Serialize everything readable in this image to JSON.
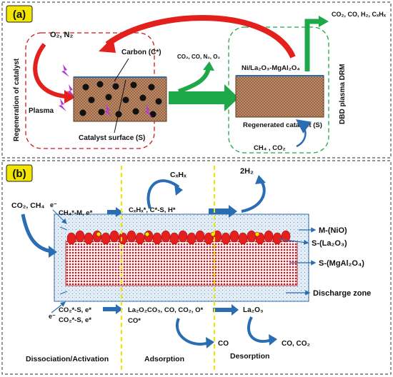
{
  "panel_a": {
    "label": "(a)",
    "left_side_label": "Regeneration of catalyst",
    "right_side_label": "DBD plasma DRM",
    "o2n2_label": "O₂, N₂",
    "plasma_label": "Plasma",
    "carbon_label": "Carbon (C*)",
    "catalyst_surface_label": "Catalyst surface (S)",
    "regen_gases_label": "CO₂, CO, N₂, O₂",
    "catalyst_label": "Ni/La₂O₃-MgAl₂O₄",
    "products_label": "CO₂, CO, H₂, CₓHₓ",
    "regenerated_label": "Regenerated catalyst (S)",
    "feed_label": "CH₄ , CO₂"
  },
  "panel_b": {
    "label": "(b)",
    "feed_label": "CO₂, CH₄",
    "cxhx_label": "CₓHₓ",
    "h2_label": "2H₂",
    "e_top_label": "e⁻",
    "ch4_m_label": "CH₄*-M, e*",
    "cxhx_radicals_label": "CₓHₓ*, C*-S, H*",
    "m_nio_label": "M-(NiO)",
    "s_la2o3_label": "S-(La₂O₃)",
    "s_mgal2o4_label": "S-(MgAl₂O₄)",
    "discharge_label": "Discharge zone",
    "e_bottom_label": "e⁻",
    "co2_s_label1": "CO₂*-S, e*",
    "co2_s_label2": "CO₂*-S, e*",
    "la2o2co3_label": "La₂O₂CO₃, CO, CO₂, O*",
    "co_star_label": "CO*",
    "la2o3_label": "La₂O₃",
    "co_label": "CO",
    "co_co2_label": "CO, CO₂",
    "stage1_label": "Dissociation/Activation",
    "stage2_label": "Adsorption",
    "stage3_label": "Desorption"
  },
  "colors": {
    "red_arrow": "#e3201b",
    "green_arrow": "#1ea84a",
    "blue_arrow": "#2a6db3",
    "catalyst_brown": "#c99a78",
    "dashed_yellow": "#f2e500"
  }
}
